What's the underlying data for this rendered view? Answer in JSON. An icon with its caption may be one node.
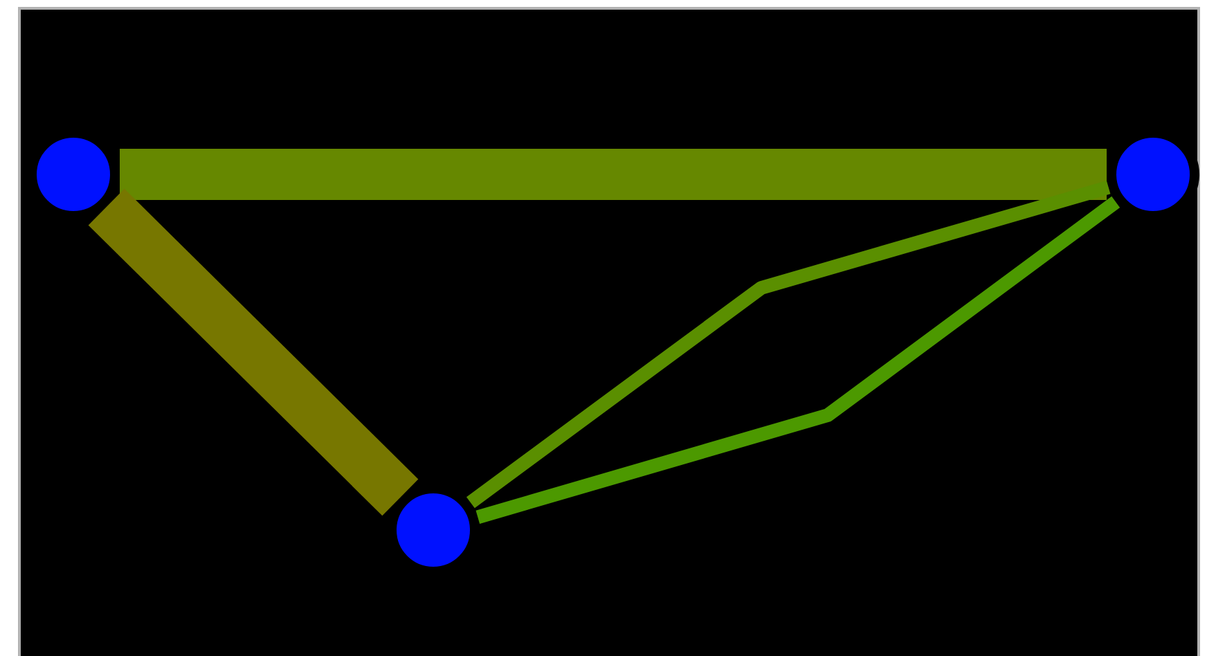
{
  "diagram": {
    "nodes": [
      {
        "text": [],
        "shape": "circle"
      },
      {
        "text": [],
        "shape": "circle"
      },
      {
        "text": [],
        "shape": "circle"
      }
    ],
    "edges": [
      {
        "from": 0,
        "to": 1,
        "arrow": "none",
        "style": "thick",
        "color": "#668800"
      },
      {
        "from": 0,
        "to": 2,
        "arrow": "none",
        "style": "thick",
        "color": "#777700"
      },
      {
        "from": 2,
        "to": 1,
        "arrow": "none",
        "color": "#5a8f00"
      },
      {
        "from": 2,
        "to": 1,
        "arrow": "none",
        "color": "#4c9900"
      }
    ]
  }
}
